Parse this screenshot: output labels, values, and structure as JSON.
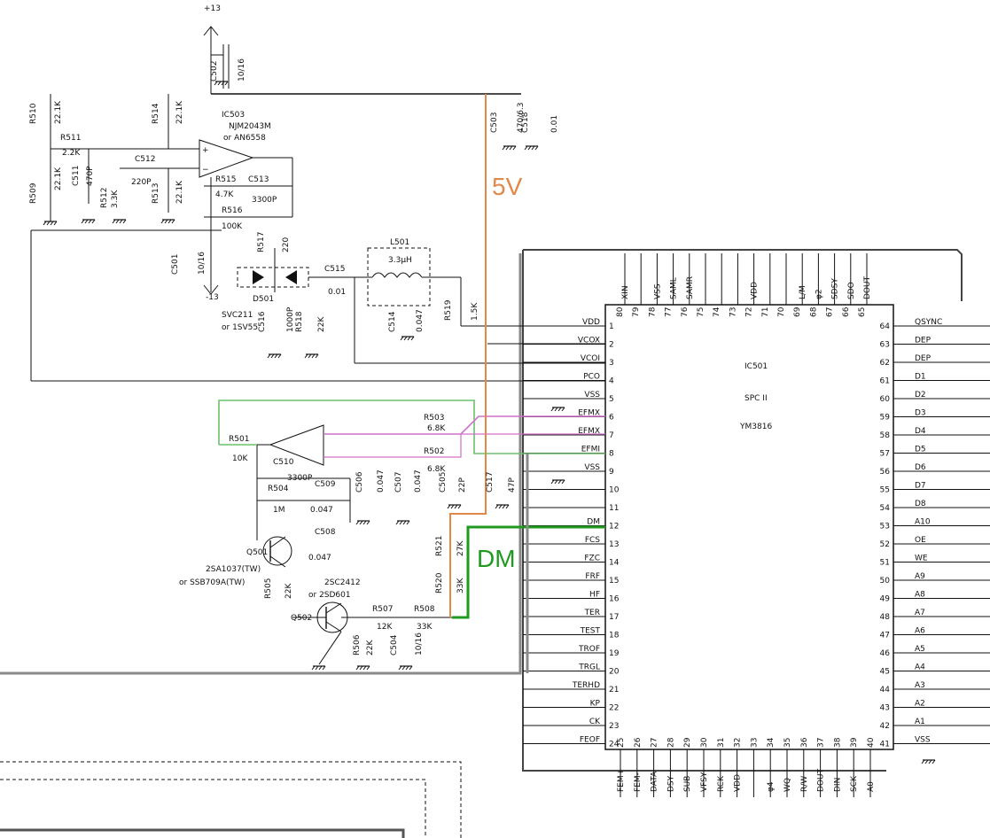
{
  "ic_main": {
    "ref": "IC501",
    "model": "SPC II",
    "part": "YM3816",
    "left_pins": [
      {
        "num": "1",
        "name": "VDD"
      },
      {
        "num": "2",
        "name": "VCOX"
      },
      {
        "num": "3",
        "name": "VCOI"
      },
      {
        "num": "4",
        "name": "PCO"
      },
      {
        "num": "5",
        "name": "VSS"
      },
      {
        "num": "6",
        "name": "EFMX"
      },
      {
        "num": "7",
        "name": "EFMX"
      },
      {
        "num": "8",
        "name": "EFMI"
      },
      {
        "num": "9",
        "name": "VSS"
      },
      {
        "num": "10",
        "name": ""
      },
      {
        "num": "11",
        "name": ""
      },
      {
        "num": "12",
        "name": "DM"
      },
      {
        "num": "13",
        "name": "FCS"
      },
      {
        "num": "14",
        "name": "FZC"
      },
      {
        "num": "15",
        "name": "FRF"
      },
      {
        "num": "16",
        "name": "HF"
      },
      {
        "num": "17",
        "name": "TER"
      },
      {
        "num": "18",
        "name": "TEST"
      },
      {
        "num": "19",
        "name": "TROF"
      },
      {
        "num": "20",
        "name": "TRGL"
      },
      {
        "num": "21",
        "name": "TERHD"
      },
      {
        "num": "22",
        "name": "KP"
      },
      {
        "num": "23",
        "name": "CK"
      },
      {
        "num": "24",
        "name": "FEOF"
      }
    ],
    "right_pins": [
      {
        "num": "64",
        "name": "QSYNC"
      },
      {
        "num": "63",
        "name": "DEP"
      },
      {
        "num": "62",
        "name": "DEP"
      },
      {
        "num": "61",
        "name": "D1"
      },
      {
        "num": "60",
        "name": "D2"
      },
      {
        "num": "59",
        "name": "D3"
      },
      {
        "num": "58",
        "name": "D4"
      },
      {
        "num": "57",
        "name": "D5"
      },
      {
        "num": "56",
        "name": "D6"
      },
      {
        "num": "55",
        "name": "D7"
      },
      {
        "num": "54",
        "name": "D8"
      },
      {
        "num": "53",
        "name": "A10"
      },
      {
        "num": "52",
        "name": "OE"
      },
      {
        "num": "51",
        "name": "WE"
      },
      {
        "num": "50",
        "name": "A9"
      },
      {
        "num": "49",
        "name": "A8"
      },
      {
        "num": "48",
        "name": "A7"
      },
      {
        "num": "47",
        "name": "A6"
      },
      {
        "num": "46",
        "name": "A5"
      },
      {
        "num": "45",
        "name": "A4"
      },
      {
        "num": "44",
        "name": "A3"
      },
      {
        "num": "43",
        "name": "A2"
      },
      {
        "num": "42",
        "name": "A1"
      },
      {
        "num": "41",
        "name": "VSS"
      }
    ],
    "top_pins": [
      {
        "num": "80",
        "name": "XIN"
      },
      {
        "num": "79",
        "name": ""
      },
      {
        "num": "78",
        "name": "VSS"
      },
      {
        "num": "77",
        "name": "SAML"
      },
      {
        "num": "76",
        "name": "SAMR"
      },
      {
        "num": "75",
        "name": ""
      },
      {
        "num": "74",
        "name": ""
      },
      {
        "num": "73",
        "name": ""
      },
      {
        "num": "72",
        "name": "VDD"
      },
      {
        "num": "71",
        "name": ""
      },
      {
        "num": "70",
        "name": ""
      },
      {
        "num": "69",
        "name": "L/M"
      },
      {
        "num": "68",
        "name": "φ2"
      },
      {
        "num": "67",
        "name": "SDSY"
      },
      {
        "num": "66",
        "name": "SDO"
      },
      {
        "num": "65",
        "name": "DOUT"
      }
    ],
    "bottom_pins": [
      {
        "num": "25",
        "name": "FEM+"
      },
      {
        "num": "26",
        "name": "FEM-"
      },
      {
        "num": "27",
        "name": "DATA"
      },
      {
        "num": "28",
        "name": "DSY"
      },
      {
        "num": "29",
        "name": "SUB"
      },
      {
        "num": "30",
        "name": "VFSY"
      },
      {
        "num": "31",
        "name": "RCK"
      },
      {
        "num": "32",
        "name": "VDD"
      },
      {
        "num": "33",
        "name": ""
      },
      {
        "num": "34",
        "name": "φ4"
      },
      {
        "num": "35",
        "name": "WQ"
      },
      {
        "num": "36",
        "name": "R/W"
      },
      {
        "num": "37",
        "name": "DOUT"
      },
      {
        "num": "38",
        "name": "DIN"
      },
      {
        "num": "39",
        "name": "SCK"
      },
      {
        "num": "40",
        "name": "A0"
      }
    ]
  },
  "labels": {
    "rail_pos": "+13",
    "rail_neg": "-13",
    "ic503_ref": "IC503",
    "ic503_part": "NJM2043M",
    "ic503_alt": "or AN6558",
    "annot_5v": "5V",
    "annot_dm": "DM",
    "q501_ref": "Q501",
    "q501_part": "2SA1037(TW)",
    "q501_alt": "or SSB709A(TW)",
    "q502_ref": "Q502",
    "q502_part": "2SC2412",
    "q502_alt": "or 2SD601",
    "d501_ref": "D501",
    "d501_part": "SVC211",
    "d501_alt": "or 1SV55",
    "l501_ref": "L501",
    "l501_val": "3.3μH"
  },
  "components": [
    {
      "ref": "R510",
      "val": "22.1K"
    },
    {
      "ref": "R511",
      "val": "2.2K"
    },
    {
      "ref": "R509",
      "val": "22.1K"
    },
    {
      "ref": "C511",
      "val": "470P"
    },
    {
      "ref": "R512",
      "val": "3.3K"
    },
    {
      "ref": "C512",
      "val": "220P"
    },
    {
      "ref": "R514",
      "val": "22.1K"
    },
    {
      "ref": "R513",
      "val": "22.1K"
    },
    {
      "ref": "R515",
      "val": "4.7K"
    },
    {
      "ref": "C513",
      "val": "3300P"
    },
    {
      "ref": "R516",
      "val": "100K"
    },
    {
      "ref": "R517",
      "val": "220"
    },
    {
      "ref": "C501",
      "val": "10/16"
    },
    {
      "ref": "C502",
      "val": "10/16"
    },
    {
      "ref": "C503",
      "val": "470/6.3"
    },
    {
      "ref": "C518",
      "val": "0.01"
    },
    {
      "ref": "C515",
      "val": "0.01"
    },
    {
      "ref": "C516",
      "val": "1000P"
    },
    {
      "ref": "R518",
      "val": "22K"
    },
    {
      "ref": "C514",
      "val": "0.047"
    },
    {
      "ref": "R519",
      "val": "1.5K"
    },
    {
      "ref": "R501",
      "val": "10K"
    },
    {
      "ref": "R503",
      "val": "6.8K"
    },
    {
      "ref": "R502",
      "val": "6.8K"
    },
    {
      "ref": "C510",
      "val": "3300P"
    },
    {
      "ref": "R504",
      "val": "1M"
    },
    {
      "ref": "C509",
      "val": "0.047"
    },
    {
      "ref": "C506",
      "val": "0.047"
    },
    {
      "ref": "C507",
      "val": "0.047"
    },
    {
      "ref": "C505",
      "val": "22P"
    },
    {
      "ref": "C517",
      "val": "47P"
    },
    {
      "ref": "C508",
      "val": "0.047"
    },
    {
      "ref": "R505",
      "val": "22K"
    },
    {
      "ref": "R521",
      "val": "27K"
    },
    {
      "ref": "R520",
      "val": "33K"
    },
    {
      "ref": "R507",
      "val": "12K"
    },
    {
      "ref": "R508",
      "val": "33K"
    },
    {
      "ref": "R506",
      "val": "22K"
    },
    {
      "ref": "C504",
      "val": "10/16"
    }
  ],
  "colors": {
    "wire": "#111111",
    "annot_5v": "#e0894a",
    "annot_dm": "#1f9a1f",
    "loop_green": "#6cc06c",
    "loop_pink": "#d070c8",
    "trace_gray": "#8a8a8a"
  }
}
